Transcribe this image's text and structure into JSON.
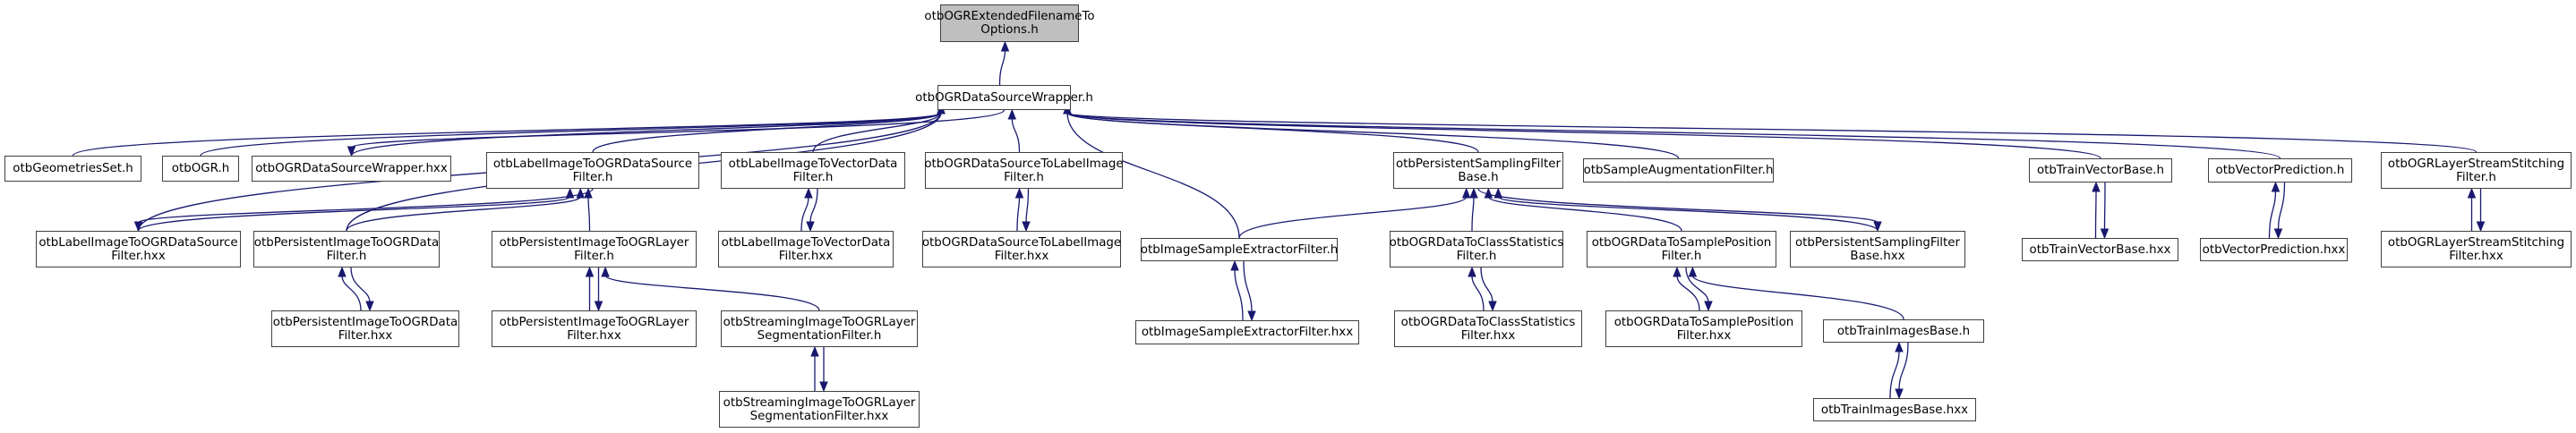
{
  "diagram": {
    "type": "include-dependency-graph",
    "edge_color": "#191970",
    "root_fill": "#bfbfbf",
    "nodes": [
      {
        "id": "root",
        "label": "otbOGRExtendedFilenameTo\nOptions.h"
      },
      {
        "id": "wrapper",
        "label": "otbOGRDataSourceWrapper.h"
      },
      {
        "id": "geomset",
        "label": "otbGeometriesSet.h"
      },
      {
        "id": "ogr",
        "label": "otbOGR.h"
      },
      {
        "id": "wrapperhxx",
        "label": "otbOGRDataSourceWrapper.hxx"
      },
      {
        "id": "lblogr",
        "label": "otbLabelImageToOGRDataSource\nFilter.h"
      },
      {
        "id": "lblvec",
        "label": "otbLabelImageToVectorData\nFilter.h"
      },
      {
        "id": "ogrlbl",
        "label": "otbOGRDataSourceToLabelImage\nFilter.h"
      },
      {
        "id": "pssb",
        "label": "otbPersistentSamplingFilter\nBase.h"
      },
      {
        "id": "sampaug",
        "label": "otbSampleAugmentationFilter.h"
      },
      {
        "id": "tvb",
        "label": "otbTrainVectorBase.h"
      },
      {
        "id": "vp",
        "label": "otbVectorPrediction.h"
      },
      {
        "id": "stitch",
        "label": "otbOGRLayerStreamStitching\nFilter.h"
      },
      {
        "id": "lblogrhxx",
        "label": "otbLabelImageToOGRDataSource\nFilter.hxx"
      },
      {
        "id": "pogrd",
        "label": "otbPersistentImageToOGRData\nFilter.h"
      },
      {
        "id": "pogrl",
        "label": "otbPersistentImageToOGRLayer\nFilter.h"
      },
      {
        "id": "lblvechxx",
        "label": "otbLabelImageToVectorData\nFilter.hxx"
      },
      {
        "id": "ogrlblhxx",
        "label": "otbOGRDataSourceToLabelImage\nFilter.hxx"
      },
      {
        "id": "ise",
        "label": "otbImageSampleExtractorFilter.h"
      },
      {
        "id": "ogrcls",
        "label": "otbOGRDataToClassStatistics\nFilter.h"
      },
      {
        "id": "ogrsp",
        "label": "otbOGRDataToSamplePosition\nFilter.h"
      },
      {
        "id": "pssbhxx",
        "label": "otbPersistentSamplingFilter\nBase.hxx"
      },
      {
        "id": "tvbhxx",
        "label": "otbTrainVectorBase.hxx"
      },
      {
        "id": "vphxx",
        "label": "otbVectorPrediction.hxx"
      },
      {
        "id": "stitchhxx",
        "label": "otbOGRLayerStreamStitching\nFilter.hxx"
      },
      {
        "id": "pogrdhxx",
        "label": "otbPersistentImageToOGRData\nFilter.hxx"
      },
      {
        "id": "pogrlhxx",
        "label": "otbPersistentImageToOGRLayer\nFilter.hxx"
      },
      {
        "id": "sseg",
        "label": "otbStreamingImageToOGRLayer\nSegmentationFilter.h"
      },
      {
        "id": "isehxx",
        "label": "otbImageSampleExtractorFilter.hxx"
      },
      {
        "id": "ogrclshxx",
        "label": "otbOGRDataToClassStatistics\nFilter.hxx"
      },
      {
        "id": "ogrsphxx",
        "label": "otbOGRDataToSamplePosition\nFilter.hxx"
      },
      {
        "id": "tib",
        "label": "otbTrainImagesBase.h"
      },
      {
        "id": "ssegHxx",
        "label": "otbStreamingImageToOGRLayer\nSegmentationFilter.hxx"
      },
      {
        "id": "tibhxx",
        "label": "otbTrainImagesBase.hxx"
      }
    ],
    "edges": [
      [
        "wrapper",
        "root"
      ],
      [
        "geomset",
        "wrapper"
      ],
      [
        "ogr",
        "wrapper"
      ],
      [
        "wrapperhxx",
        "wrapper"
      ],
      [
        "wrapper",
        "wrapperhxx"
      ],
      [
        "lblogr",
        "wrapper"
      ],
      [
        "lblvec",
        "wrapper"
      ],
      [
        "ogrlbl",
        "wrapper"
      ],
      [
        "pssb",
        "wrapper"
      ],
      [
        "sampaug",
        "wrapper"
      ],
      [
        "tvb",
        "wrapper"
      ],
      [
        "vp",
        "wrapper"
      ],
      [
        "stitch",
        "wrapper"
      ],
      [
        "lblogrhxx",
        "wrapper"
      ],
      [
        "pogrd",
        "wrapper"
      ],
      [
        "ise",
        "wrapper"
      ],
      [
        "lblogrhxx",
        "lblogr"
      ],
      [
        "lblogr",
        "lblogrhxx"
      ],
      [
        "pogrd",
        "lblogr"
      ],
      [
        "pogrl",
        "lblogr"
      ],
      [
        "lblvechxx",
        "lblvec"
      ],
      [
        "lblvec",
        "lblvechxx"
      ],
      [
        "ogrlblhxx",
        "ogrlbl"
      ],
      [
        "ogrlbl",
        "ogrlblhxx"
      ],
      [
        "ise",
        "pssb"
      ],
      [
        "ogrcls",
        "pssb"
      ],
      [
        "ogrsp",
        "pssb"
      ],
      [
        "pssbhxx",
        "pssb"
      ],
      [
        "pssb",
        "pssbhxx"
      ],
      [
        "tvbhxx",
        "tvb"
      ],
      [
        "tvb",
        "tvbhxx"
      ],
      [
        "vphxx",
        "vp"
      ],
      [
        "vp",
        "vphxx"
      ],
      [
        "stitchhxx",
        "stitch"
      ],
      [
        "stitch",
        "stitchhxx"
      ],
      [
        "pogrdhxx",
        "pogrd"
      ],
      [
        "pogrd",
        "pogrdhxx"
      ],
      [
        "pogrlhxx",
        "pogrl"
      ],
      [
        "pogrl",
        "pogrlhxx"
      ],
      [
        "sseg",
        "pogrl"
      ],
      [
        "isehxx",
        "ise"
      ],
      [
        "ise",
        "isehxx"
      ],
      [
        "ogrclshxx",
        "ogrcls"
      ],
      [
        "ogrcls",
        "ogrclshxx"
      ],
      [
        "ogrsphxx",
        "ogrsp"
      ],
      [
        "ogrsp",
        "ogrsphxx"
      ],
      [
        "tib",
        "ogrsp"
      ],
      [
        "ssegHxx",
        "sseg"
      ],
      [
        "sseg",
        "ssegHxx"
      ],
      [
        "tibhxx",
        "tib"
      ],
      [
        "tib",
        "tibhxx"
      ]
    ]
  }
}
